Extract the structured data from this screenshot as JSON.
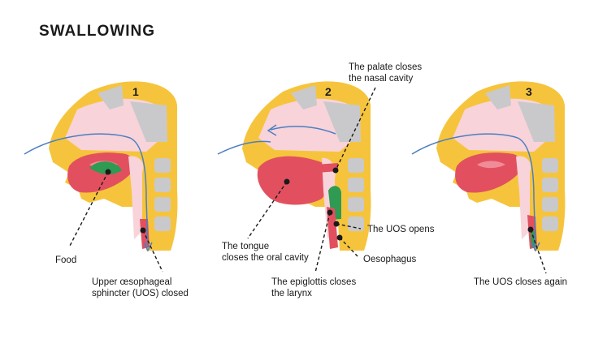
{
  "title": "SWALLOWING",
  "steps": [
    {
      "number": "1"
    },
    {
      "number": "2"
    },
    {
      "number": "3"
    }
  ],
  "labels": {
    "food": "Food",
    "uos_closed_line1": "Upper œsophageal",
    "uos_closed_line2": "sphincter (UOS) closed",
    "palate_line1": "The palate closes",
    "palate_line2": "the nasal cavity",
    "tongue_line1": "The tongue",
    "tongue_line2": "closes the oral cavity",
    "uos_opens": "The UOS opens",
    "oesophagus": "Oesophagus",
    "epiglottis_line1": "The epiglottis closes",
    "epiglottis_line2": "the larynx",
    "uos_closes_again": "The UOS closes again"
  },
  "colors": {
    "bone": "#f6c43c",
    "skull_gray": "#c9c9cb",
    "cavity_pink": "#f8d3da",
    "tongue_red": "#e2505f",
    "tongue_light": "#ef8c98",
    "bolus_green": "#2f9a52",
    "airflow_blue": "#4a7fc1"
  }
}
